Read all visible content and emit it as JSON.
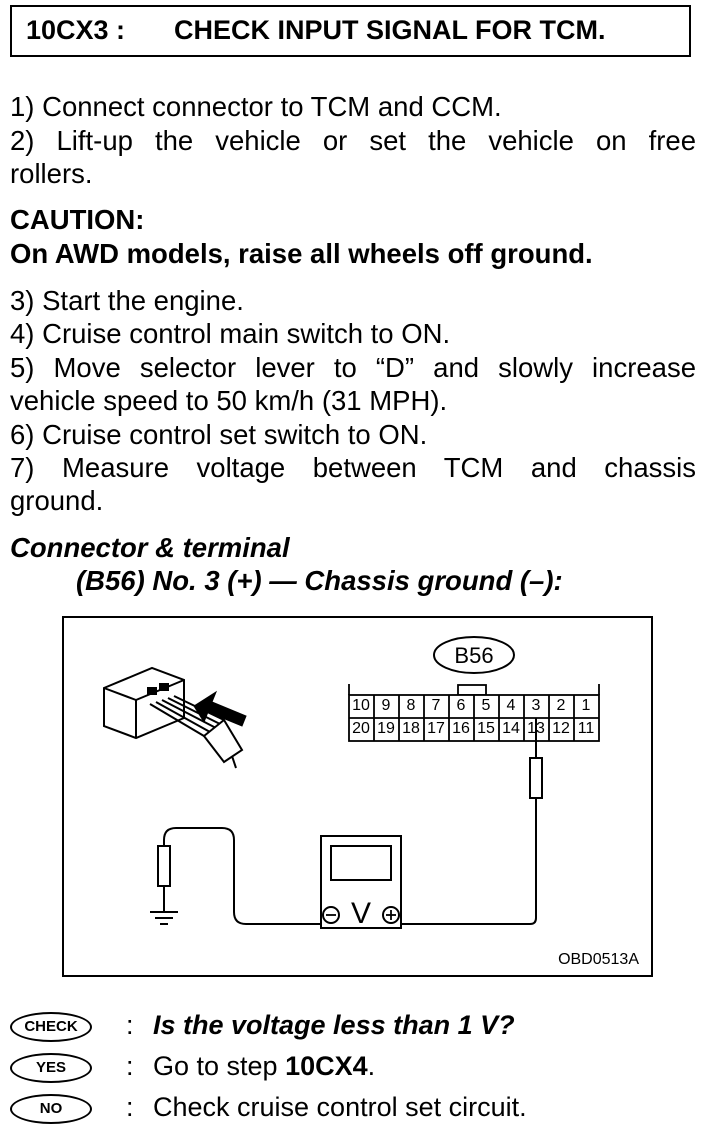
{
  "header": {
    "code": "10CX3 :",
    "title": "CHECK INPUT SIGNAL FOR TCM."
  },
  "steps": {
    "s1": "1)  Connect connector to TCM and CCM.",
    "s2a": "2)  Lift-up the vehicle or set the vehicle on free",
    "s2b": "rollers.",
    "caution_label": "CAUTION:",
    "caution_text": "On AWD models, raise all wheels off ground.",
    "s3": "3)  Start the engine.",
    "s4": "4)  Cruise control main switch to ON.",
    "s5a": "5)  Move selector lever to “D” and slowly increase",
    "s5b": "vehicle speed to 50 km/h (31 MPH).",
    "s6": "6)  Cruise control set switch to ON.",
    "s7a": "7)  Measure voltage between TCM and chassis",
    "s7b": "ground."
  },
  "connector": {
    "heading": "Connector & terminal",
    "spec": "(B56) No. 3 (+) — Chassis ground (–):"
  },
  "diagram": {
    "connector_label": "B56",
    "top_row": [
      "10",
      "9",
      "8",
      "7",
      "6",
      "5",
      "4",
      "3",
      "2",
      "1"
    ],
    "bottom_row": [
      "20",
      "19",
      "18",
      "17",
      "16",
      "15",
      "14",
      "13",
      "12",
      "11"
    ],
    "meter_symbol": "V",
    "figure_id": "OBD0513A"
  },
  "results": {
    "check_badge": "CHECK",
    "yes_badge": "YES",
    "no_badge": "NO",
    "colon": ":",
    "check_question": "Is the voltage less than 1 V?",
    "yes_prefix": "Go to step ",
    "yes_step": "10CX4",
    "yes_suffix": ".",
    "no_text": "Check cruise control set circuit."
  }
}
